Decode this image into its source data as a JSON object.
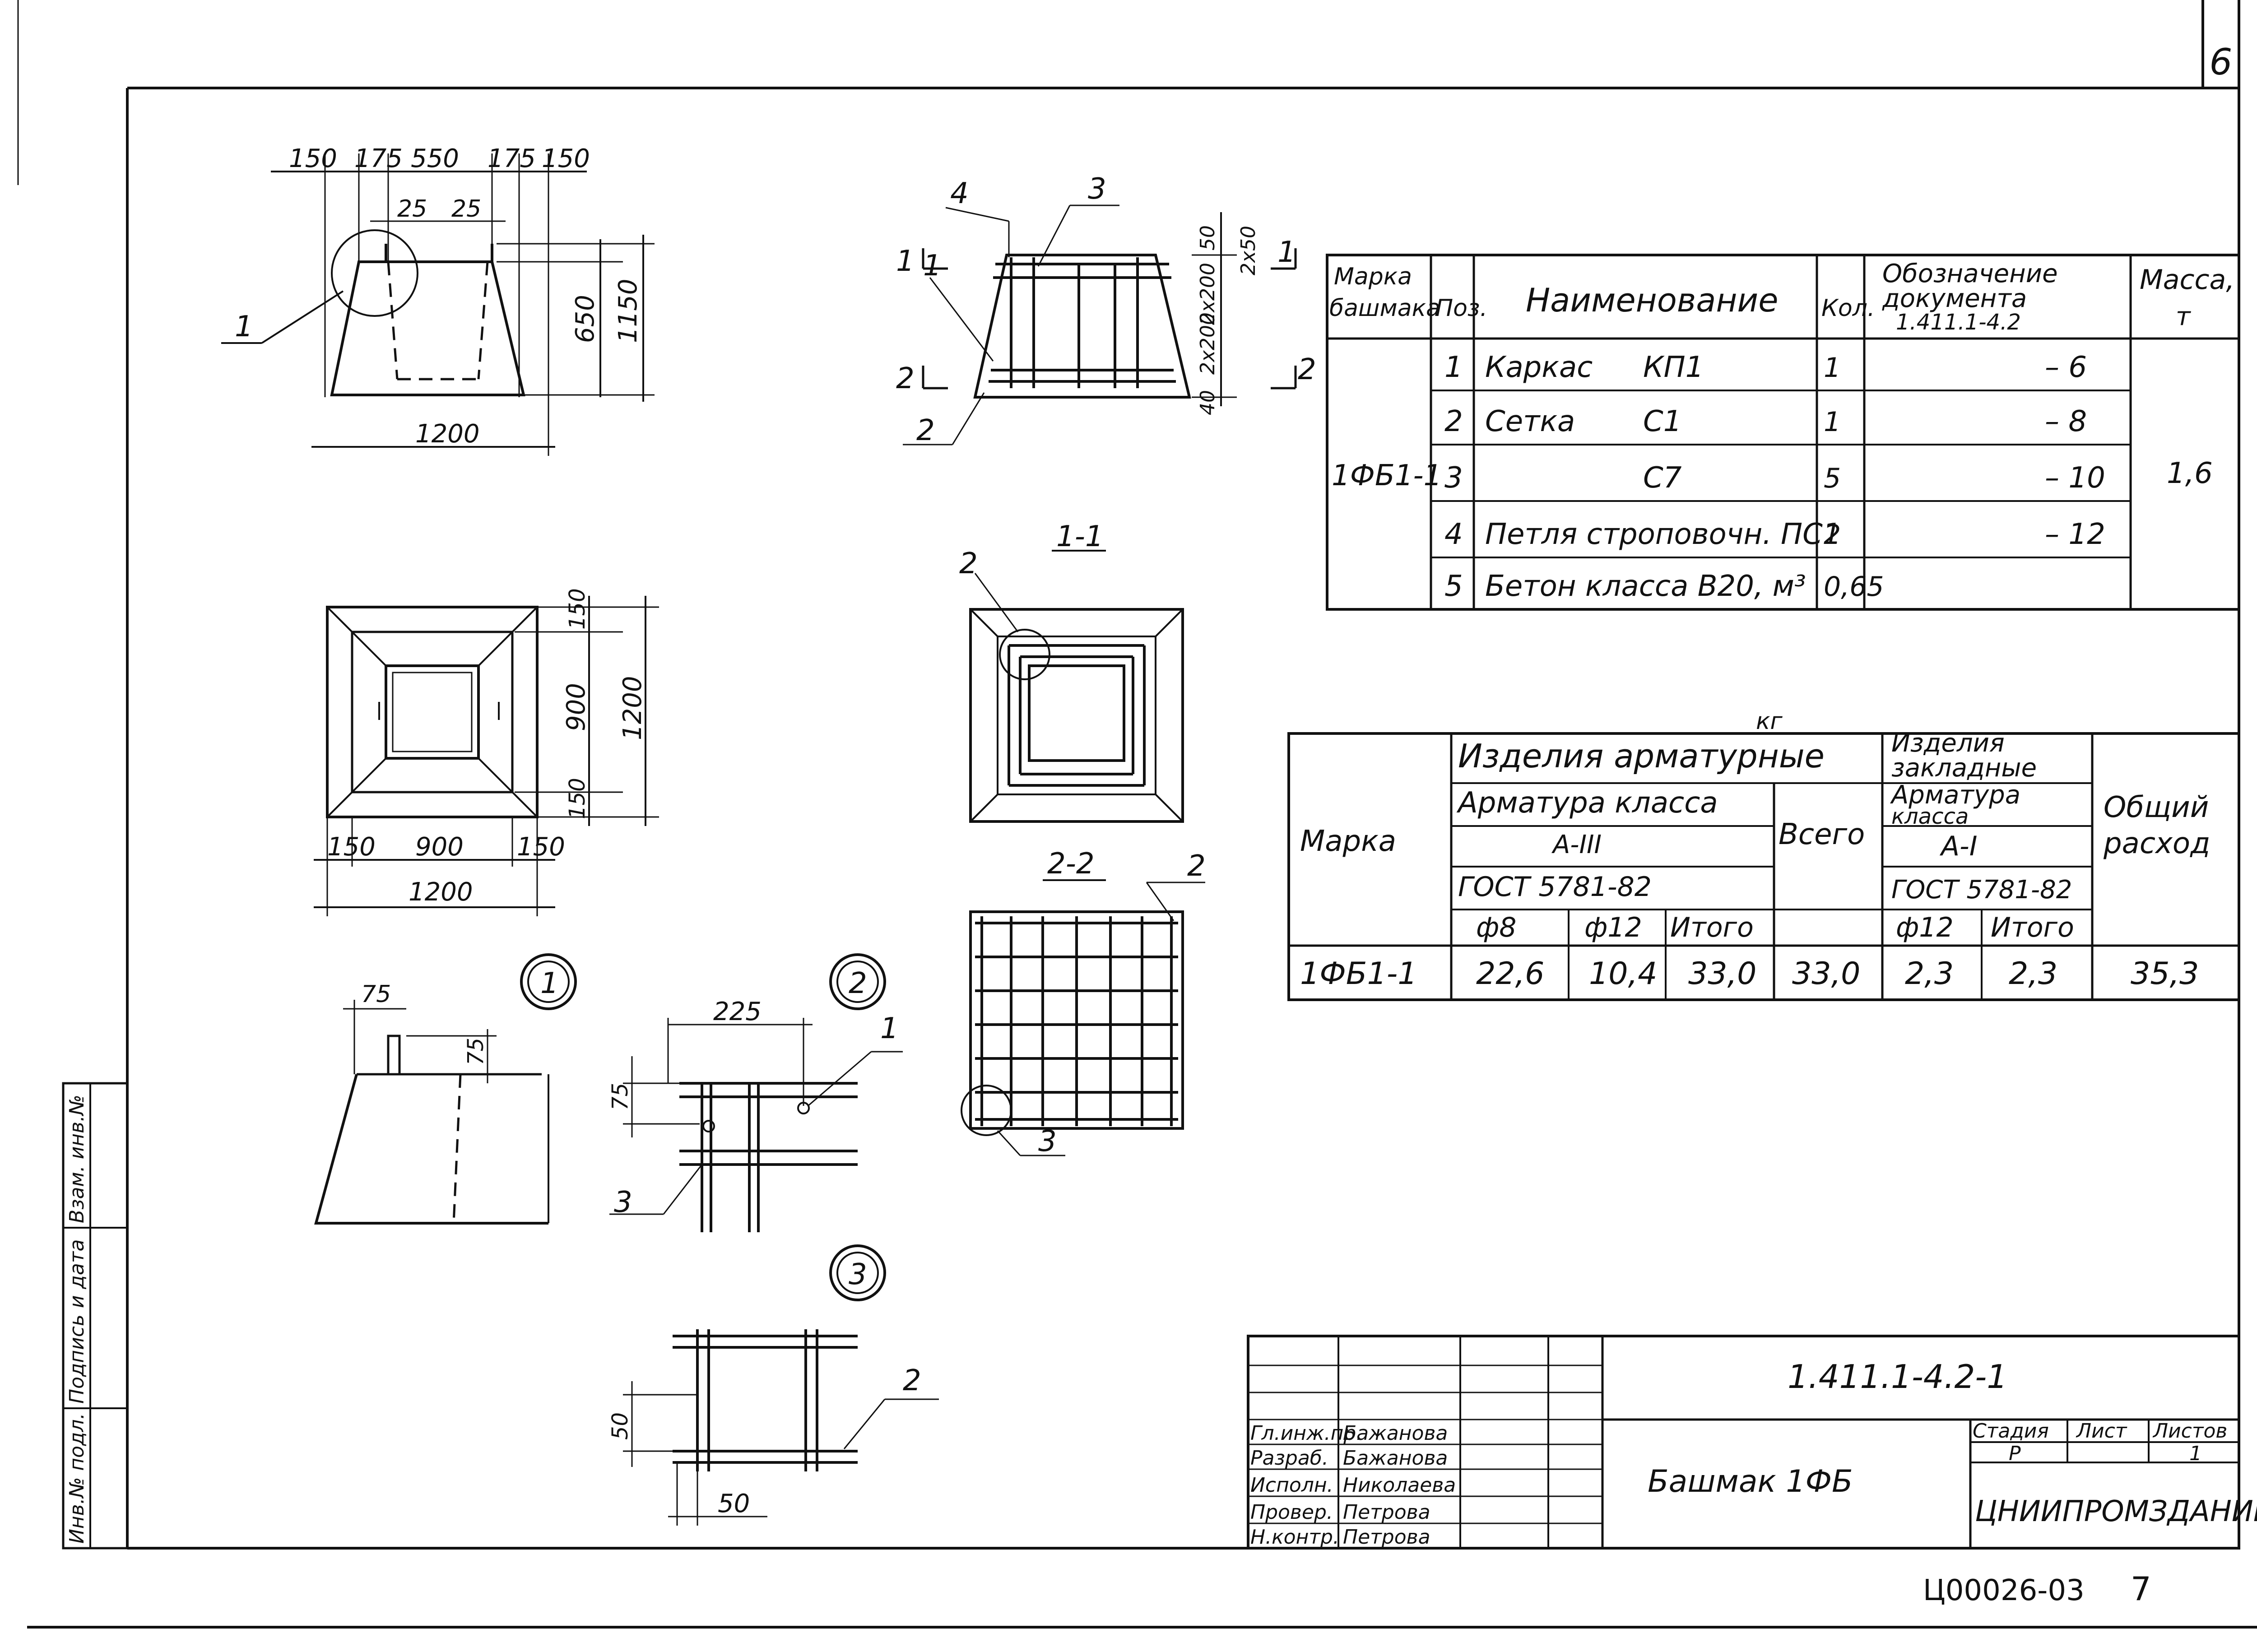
{
  "sheet": {
    "page_number": "6",
    "footer_code": "Ц00026-03",
    "footer_page": "7"
  },
  "left_stamp": [
    "Инв.№ подл.",
    "Подпись и дата",
    "Взам. инв.№"
  ],
  "drawings": {
    "elevation": {
      "dims_top": [
        "150",
        "175",
        "550",
        "175",
        "150"
      ],
      "dims_inner": [
        "25",
        "25"
      ],
      "dim_bottom": "1200",
      "dims_right": [
        "650",
        "1150"
      ],
      "callout": "1"
    },
    "plan": {
      "dims_bottom": [
        "150",
        "900",
        "150"
      ],
      "dim_total": "1200",
      "dims_right": [
        "150",
        "900",
        "150"
      ],
      "dim_right_total": "1200"
    },
    "reinforcement": {
      "positions": [
        "4",
        "3",
        "1",
        "2"
      ],
      "cut_labels": [
        "1",
        "1",
        "2",
        "2"
      ],
      "dims_right": [
        "50",
        "2x50",
        "2x200",
        "2x200",
        "40"
      ]
    },
    "section_1_1": {
      "title": "1-1",
      "position": "2"
    },
    "section_2_2": {
      "title": "2-2",
      "positions": [
        "2",
        "3"
      ]
    },
    "node_1": {
      "label": "1",
      "dims": [
        "75",
        "75"
      ]
    },
    "node_2": {
      "label": "2",
      "dims": [
        "225",
        "75"
      ],
      "positions": [
        "1",
        "3"
      ]
    },
    "node_3": {
      "label": "3",
      "dims": [
        "50",
        "50"
      ],
      "position": "2"
    }
  },
  "spec_table": {
    "headers": [
      "Марка башмака",
      "Поз.",
      "Наименование",
      "Кол.",
      "Обозначение документа 1.411.1-4.2",
      "Масса, т"
    ],
    "mark": "1ФБ1-1",
    "mass": "1,6",
    "rows": [
      {
        "pos": "1",
        "name": "Каркас",
        "code": "КП1",
        "qty": "1",
        "doc": "– 6"
      },
      {
        "pos": "2",
        "name": "Сетка",
        "code": "С1",
        "qty": "1",
        "doc": "– 8"
      },
      {
        "pos": "3",
        "name": "",
        "code": "С7",
        "qty": "5",
        "doc": "– 10"
      },
      {
        "pos": "4",
        "name": "Петля строповочн. ПС1",
        "code": "",
        "qty": "2",
        "doc": "– 12"
      },
      {
        "pos": "5",
        "name": "Бетон класса В20, м³",
        "code": "",
        "qty": "0,65",
        "doc": ""
      }
    ]
  },
  "steel_table": {
    "unit": "кг",
    "h_mark": "Марка",
    "h_rebar": "Изделия арматурные",
    "h_rebar_class": "Арматура класса",
    "h_rebar_grade": "А-III",
    "h_rebar_gost": "ГОСТ 5781-82",
    "h_total": "Всего",
    "h_embed": "Изделия закладные",
    "h_embed_class": "Арматура класса",
    "h_embed_grade": "А-I",
    "h_embed_gost": "ГОСТ 5781-82",
    "h_overall": "Общий расход",
    "sub": [
      "ф8",
      "ф12",
      "Итого",
      "ф12",
      "Итого"
    ],
    "row": {
      "mark": "1ФБ1-1",
      "d8": "22,6",
      "d12": "10,4",
      "sum": "33,0",
      "total": "33,0",
      "e12": "2,3",
      "esum": "2,3",
      "overall": "35,3"
    }
  },
  "title_block": {
    "designation": "1.411.1-4.2-1",
    "name": "Башмак 1ФБ",
    "org": "ЦНИИПРОМЗДАНИЙ",
    "stage_h": "Стадия",
    "sheet_h": "Лист",
    "sheets_h": "Листов",
    "stage": "Р",
    "sheet": "",
    "sheets": "1",
    "roles": [
      {
        "role": "Гл.инж.пр.",
        "name": "Бажанова"
      },
      {
        "role": "Разраб.",
        "name": "Бажанова"
      },
      {
        "role": "Исполн.",
        "name": "Николаева"
      },
      {
        "role": "Провер.",
        "name": "Петрова"
      },
      {
        "role": "Н.контр.",
        "name": "Петрова"
      }
    ]
  }
}
